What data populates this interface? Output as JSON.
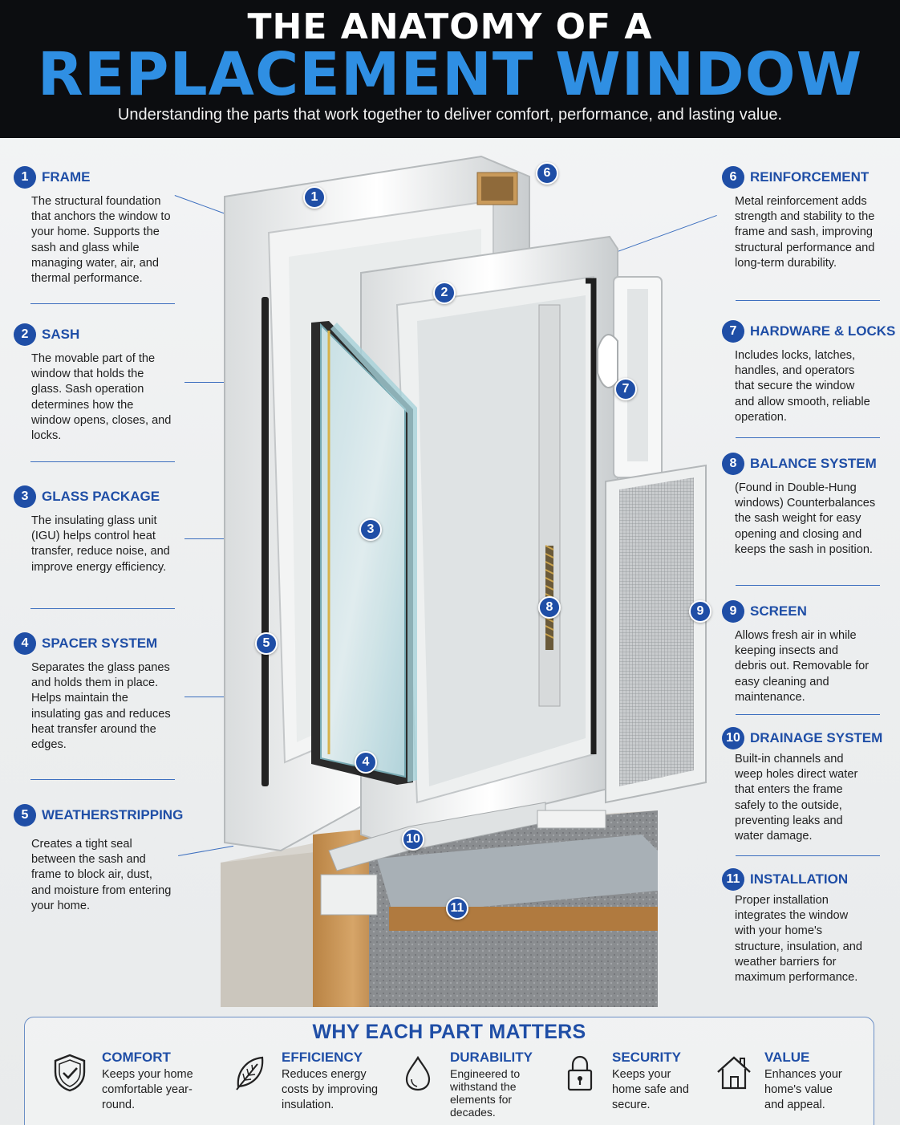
{
  "header": {
    "title_line1": "THE ANATOMY OF A",
    "title_line2": "REPLACEMENT WINDOW",
    "subtitle": "Understanding the parts that work together to deliver comfort, performance, and lasting value."
  },
  "parts": [
    {
      "num": "1",
      "title": "FRAME",
      "desc": "The structural foundation that anchors the window to your home. Supports the sash and glass while managing water, air, and thermal performance."
    },
    {
      "num": "2",
      "title": "SASH",
      "desc": "The movable part of the window that holds the glass. Sash operation determines how the window opens, closes, and locks."
    },
    {
      "num": "3",
      "title": "GLASS PACKAGE",
      "desc": "The insulating glass unit (IGU) helps control heat transfer, reduce noise, and improve energy efficiency."
    },
    {
      "num": "4",
      "title": "SPACER SYSTEM",
      "desc": "Separates the glass panes and holds them in place. Helps maintain the insulating gas and reduces heat transfer around the edges."
    },
    {
      "num": "5",
      "title": "WEATHERSTRIPPING",
      "desc": "Creates a tight seal between the sash and frame to block air, dust, and moisture from entering your home."
    },
    {
      "num": "6",
      "title": "REINFORCEMENT",
      "desc": "Metal reinforcement adds strength and stability to the frame and sash, improving structural performance and long-term durability."
    },
    {
      "num": "7",
      "title": "HARDWARE & LOCKS",
      "desc": "Includes locks, latches, handles, and operators that secure the window and allow smooth, reliable operation."
    },
    {
      "num": "8",
      "title": "BALANCE SYSTEM",
      "desc": "(Found in Double-Hung windows) Counterbalances the sash weight for easy opening and closing and keeps the sash in position."
    },
    {
      "num": "9",
      "title": "SCREEN",
      "desc": "Allows fresh air in while keeping insects and debris out. Removable for easy cleaning and maintenance."
    },
    {
      "num": "10",
      "title": "DRAINAGE SYSTEM",
      "desc": "Built-in channels and weep holes direct water that enters the frame safely to the outside, preventing leaks and water damage."
    },
    {
      "num": "11",
      "title": "INSTALLATION",
      "desc": "Proper installation integrates the window with your home's structure, insulation, and weather barriers for maximum performance."
    }
  ],
  "markers": [
    "1",
    "2",
    "3",
    "4",
    "5",
    "6",
    "7",
    "8",
    "9",
    "10",
    "11"
  ],
  "why": {
    "title": "WHY EACH PART MATTERS",
    "benefits": [
      {
        "icon": "shield-check-icon",
        "title": "COMFORT",
        "desc": "Keeps your home comfortable year-round."
      },
      {
        "icon": "leaf-icon",
        "title": "EFFICIENCY",
        "desc": "Reduces energy costs by improving insulation."
      },
      {
        "icon": "water-drop-icon",
        "title": "DURABILITY",
        "desc": "Engineered to withstand the elements for decades."
      },
      {
        "icon": "padlock-icon",
        "title": "SECURITY",
        "desc": "Keeps your home safe and secure."
      },
      {
        "icon": "house-icon",
        "title": "VALUE",
        "desc": "Enhances your home's value and appeal."
      }
    ]
  },
  "colors": {
    "accent": "#1f4ea6",
    "title_blue": "#2f8fe3",
    "header_bg": "#0c0d10"
  }
}
